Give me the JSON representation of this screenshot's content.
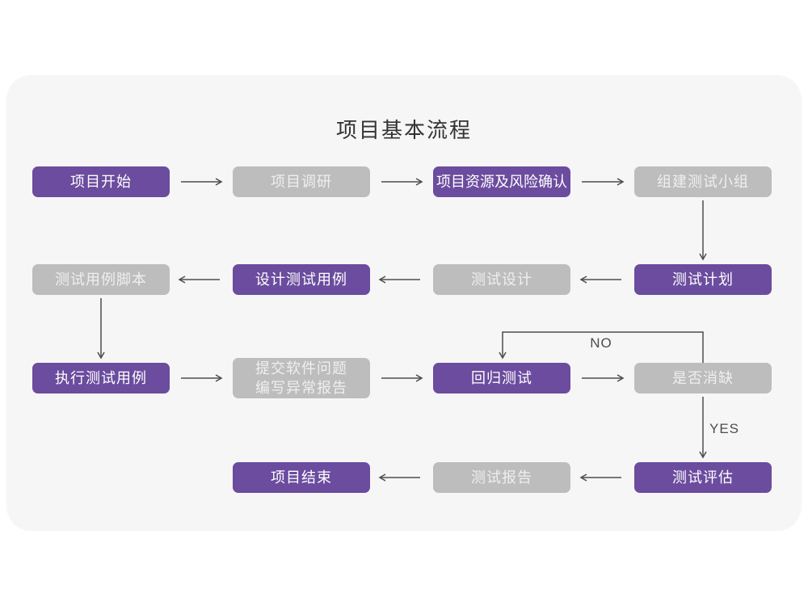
{
  "title": "项目基本流程",
  "colors": {
    "purple_node": "#6b4c9e",
    "gray_node": "#bdbdbd",
    "node_text_purple": "#ffffff",
    "node_text_gray": "#efefef",
    "arrow": "#4d4d4d",
    "card_background": "#f6f6f6",
    "page_background": "#ffffff",
    "title_text": "#333333"
  },
  "edge_labels": {
    "no": "NO",
    "yes": "YES"
  },
  "nodes": [
    {
      "id": "project-start",
      "label": "项目开始",
      "variant": "purple"
    },
    {
      "id": "project-research",
      "label": "项目调研",
      "variant": "gray"
    },
    {
      "id": "project-resources-risk",
      "label": "项目资源及风险确认",
      "variant": "purple"
    },
    {
      "id": "build-test-team",
      "label": "组建测试小组",
      "variant": "gray"
    },
    {
      "id": "test-plan",
      "label": "测试计划",
      "variant": "purple"
    },
    {
      "id": "test-design",
      "label": "测试设计",
      "variant": "gray"
    },
    {
      "id": "design-test-cases",
      "label": "设计测试用例",
      "variant": "purple"
    },
    {
      "id": "test-case-script",
      "label": "测试用例脚本",
      "variant": "gray"
    },
    {
      "id": "execute-test-cases",
      "label": "执行测试用例",
      "variant": "purple"
    },
    {
      "id": "submit-issue-report",
      "label": "提交软件问题\n编写异常报告",
      "variant": "gray"
    },
    {
      "id": "regression-test",
      "label": "回归测试",
      "variant": "purple"
    },
    {
      "id": "defect-cleared",
      "label": "是否消缺",
      "variant": "gray"
    },
    {
      "id": "test-evaluation",
      "label": "测试评估",
      "variant": "purple"
    },
    {
      "id": "test-report",
      "label": "测试报告",
      "variant": "gray"
    },
    {
      "id": "project-end",
      "label": "项目结束",
      "variant": "purple"
    }
  ]
}
